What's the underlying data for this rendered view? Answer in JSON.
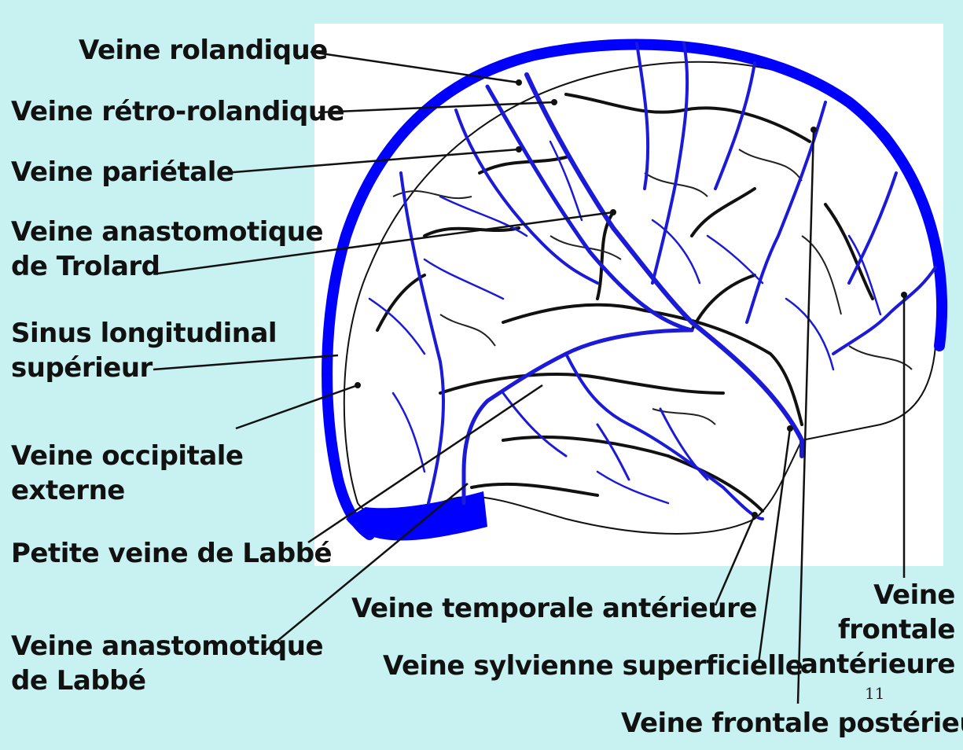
{
  "labels": {
    "rolandique": "Veine rolandique",
    "retro_rolandique": "Veine rétro-rolandique",
    "parietale": "Veine pariétale",
    "trolard_1": "Veine anastomotique",
    "trolard_2": "de Trolard",
    "sinus_1": "Sinus longitudinal",
    "sinus_2": "supérieur",
    "occipitale_1": "Veine occipitale",
    "occipitale_2": "externe",
    "petite_labbe": "Petite veine de Labbé",
    "labbe_1": "Veine anastomotique",
    "labbe_2": "de Labbé",
    "temporale_anterieure": "Veine temporale antérieure",
    "sylvienne": "Veine sylvienne superficielle",
    "frontale_posterieure": "Veine frontale postérieure",
    "frontale_anterieure_1": "Veine",
    "frontale_anterieure_2": "frontale",
    "frontale_anterieure_3": "antérieure"
  },
  "slide_number": "11",
  "colors": {
    "background": "#c8f1f1",
    "panel": "#ffffff",
    "vein": "#1a1ad8",
    "sinus": "#0000ff",
    "outline": "#111111"
  }
}
